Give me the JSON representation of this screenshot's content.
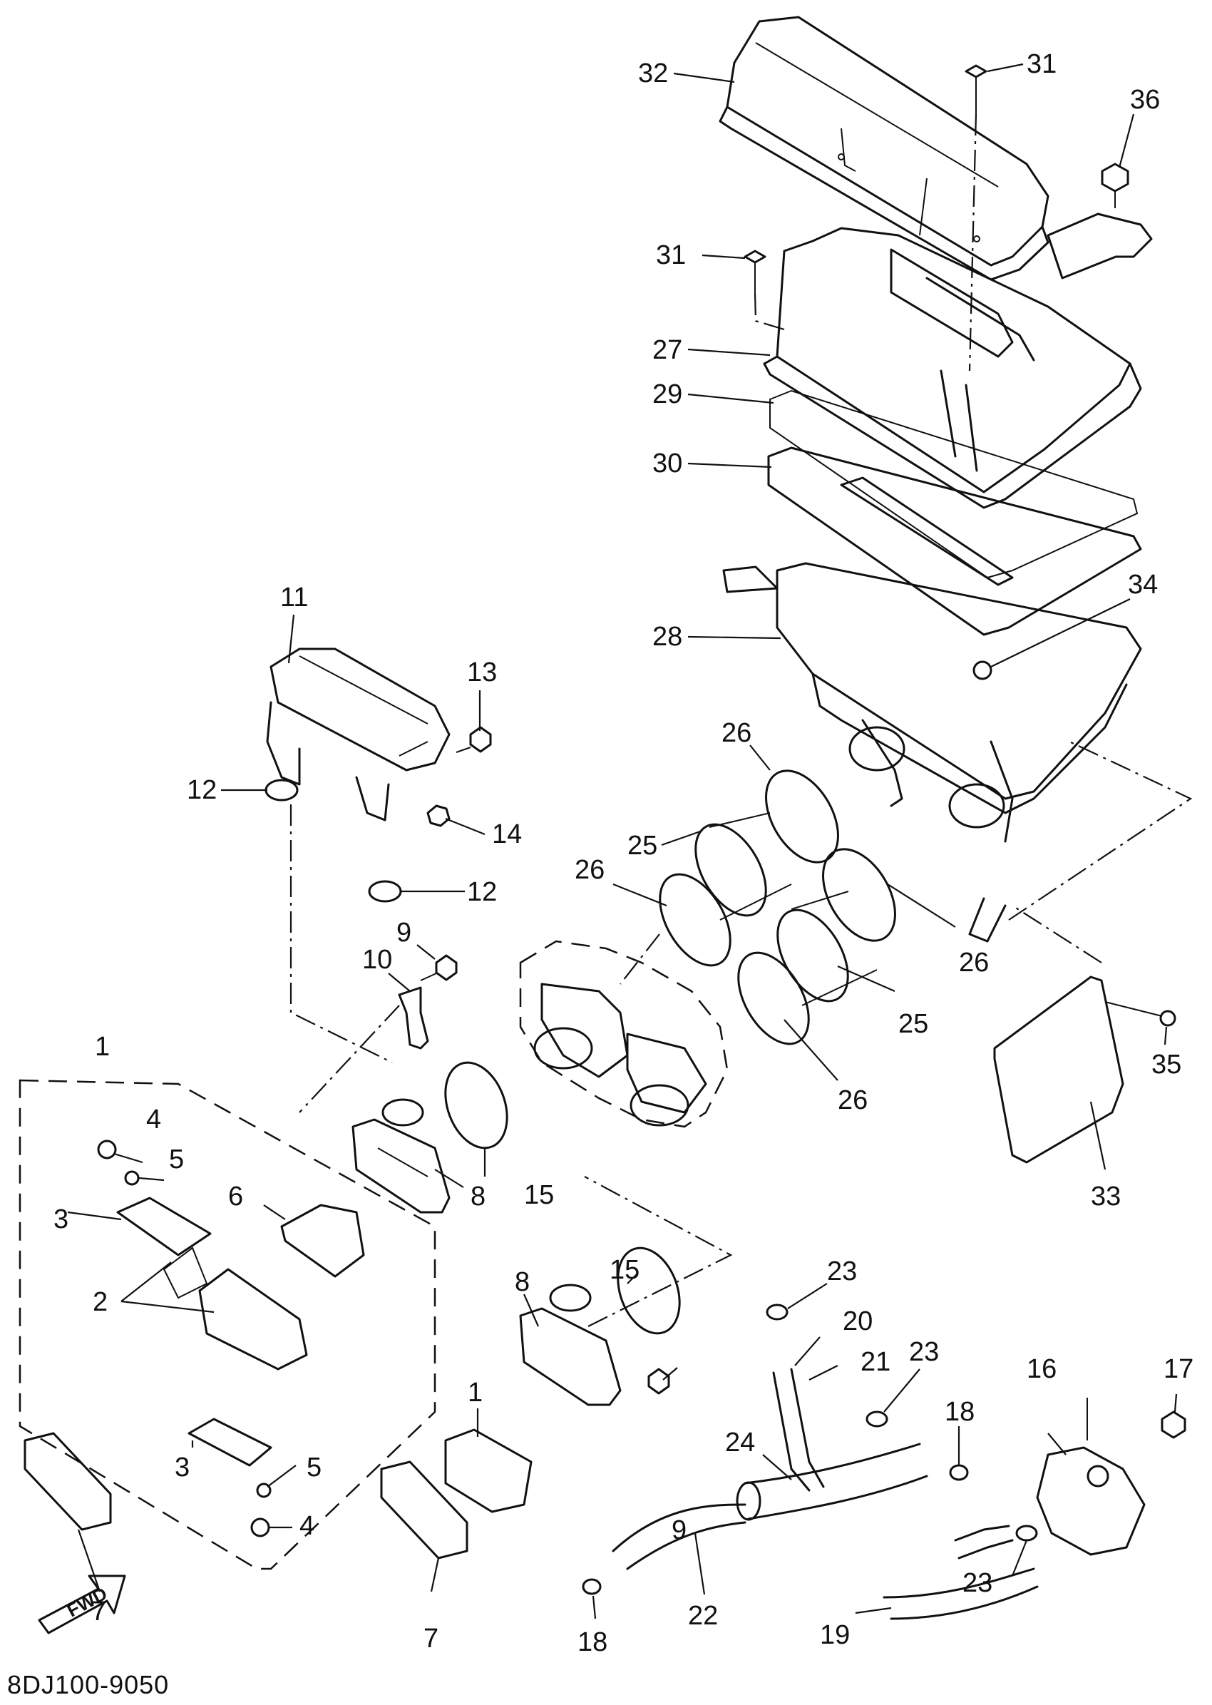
{
  "diagram_code": "8DJ100-9050",
  "direction_label": "FWD",
  "callouts": {
    "c1a": "1",
    "c1b": "1",
    "c2": "2",
    "c3a": "3",
    "c3b": "3",
    "c4a": "4",
    "c4b": "4",
    "c5a": "5",
    "c5b": "5",
    "c6": "6",
    "c7a": "7",
    "c7b": "7",
    "c8a": "8",
    "c8b": "8",
    "c9a": "9",
    "c9b": "9",
    "c10": "10",
    "c11": "11",
    "c12a": "12",
    "c12b": "12",
    "c13": "13",
    "c14": "14",
    "c15a": "15",
    "c15b": "15",
    "c16": "16",
    "c17": "17",
    "c18a": "18",
    "c18b": "18",
    "c19": "19",
    "c20": "20",
    "c21": "21",
    "c22": "22",
    "c23a": "23",
    "c23b": "23",
    "c23c": "23",
    "c24": "24",
    "c25a": "25",
    "c25b": "25",
    "c26a": "26",
    "c26b": "26",
    "c26c": "26",
    "c26d": "26",
    "c27": "27",
    "c28": "28",
    "c29": "29",
    "c30": "30",
    "c31a": "31",
    "c31b": "31",
    "c32": "32",
    "c33": "33",
    "c34": "34",
    "c35": "35",
    "c36": "36"
  }
}
